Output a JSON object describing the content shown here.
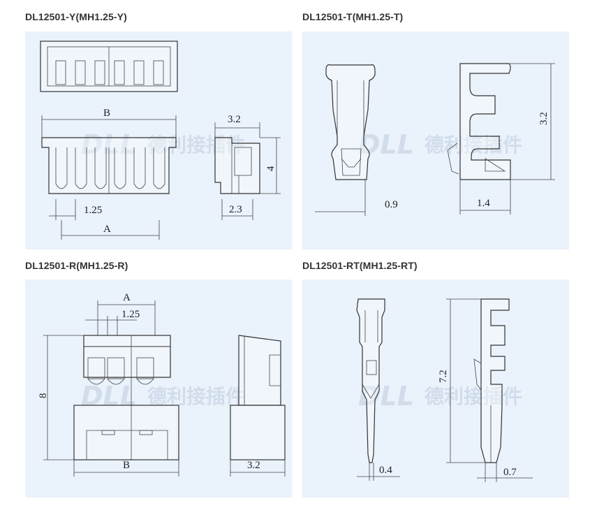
{
  "watermark": {
    "latin": "DLL",
    "cn": "德利接插件"
  },
  "panels": [
    {
      "title": "DL12501-Y(MH1.25-Y)",
      "dims": {
        "b": "B",
        "pitch": "1.25",
        "a": "A",
        "width": "3.2",
        "height": "4",
        "depth": "2.3"
      }
    },
    {
      "title": "DL12501-T(MH1.25-T)",
      "dims": {
        "height": "3.2",
        "width_front": "0.9",
        "width_side": "1.4"
      }
    },
    {
      "title": "DL12501-R(MH1.25-R)",
      "dims": {
        "a": "A",
        "pitch": "1.25",
        "height": "8",
        "b": "B",
        "depth": "3.2"
      }
    },
    {
      "title": "DL12501-RT(MH1.25-RT)",
      "dims": {
        "height": "7.2",
        "width_front": "0.4",
        "width_side": "0.7"
      }
    }
  ]
}
